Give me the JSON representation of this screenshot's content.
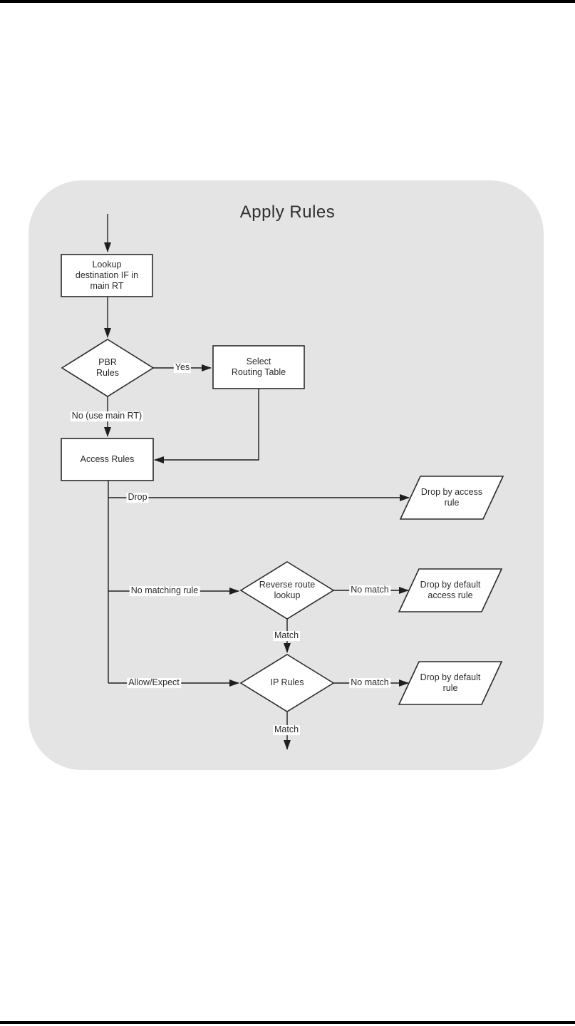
{
  "diagram": {
    "title": "Apply Rules",
    "nodes": {
      "lookup_destination": "Lookup\ndestination IF in\nmain RT",
      "pbr_rules": "PBR\nRules",
      "select_routing_table": "Select\nRouting Table",
      "access_rules": "Access Rules",
      "reverse_route_lookup": "Reverse route\nlookup",
      "ip_rules": "IP Rules",
      "drop_by_access_rule": "Drop by access\nrule",
      "drop_by_default_access_rule": "Drop by default\naccess rule",
      "drop_by_default_rule": "Drop by default\nrule"
    },
    "edge_labels": {
      "yes": "Yes",
      "no_use_main_rt": "No (use main RT)",
      "drop": "Drop",
      "no_matching_rule": "No matching rule",
      "allow_expect": "Allow/Expect",
      "no_match_reverse": "No match",
      "no_match_ip": "No match",
      "match_reverse": "Match",
      "match_ip": "Match"
    },
    "colors": {
      "canvas_background": "#e4e4e4",
      "node_fill": "#ffffff",
      "stroke": "#2b2b2b",
      "text": "#2b2b2b",
      "page_rule": "#000000"
    }
  }
}
